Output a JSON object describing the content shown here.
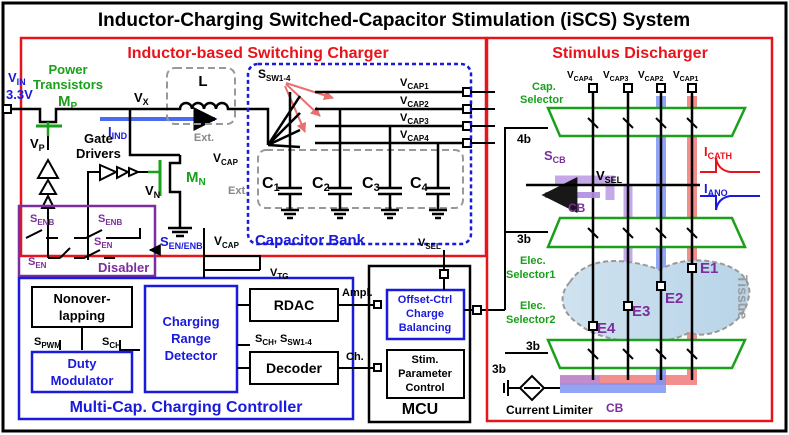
{
  "title": "Inductor-Charging Switched-Capacitor Stimulation (iSCS) System",
  "charger": {
    "title": "Inductor-based Switching Charger",
    "vin": "V",
    "vin_sub": "IN",
    "vin_value": "3.3V",
    "power_transistors": "Power",
    "power_transistors2": "Transistors",
    "mp": "M",
    "mp_sub": "P",
    "mn": "M",
    "mn_sub": "N",
    "vx": "V",
    "vx_sub": "X",
    "inductor": "L",
    "ext1": "Ext.",
    "ext2": "Ext.",
    "iind": "I",
    "iind_sub": "IND",
    "vp": "V",
    "vp_sub": "P",
    "vn": "V",
    "vn_sub": "N",
    "gate_drivers": "Gate",
    "gate_drivers2": "Drivers",
    "ssw": "S",
    "ssw_sub": "SW1-4",
    "vcap": "V",
    "vcap_sub": "CAP",
    "vcap_labels": [
      "V",
      "V",
      "V",
      "V"
    ],
    "vcap_subs": [
      "CAP1",
      "CAP2",
      "CAP3",
      "CAP4"
    ],
    "caps": [
      "C",
      "C",
      "C",
      "C"
    ],
    "cap_subs": [
      "1",
      "2",
      "3",
      "4"
    ],
    "capacitor_bank": "Capacitor Bank",
    "vsel": "V",
    "vsel_sub": "SEL"
  },
  "disabler": {
    "senb1": "S",
    "senb1_sub": "ENB",
    "senb2": "S",
    "senb2_sub": "ENB",
    "sen1": "S",
    "sen1_sub": "EN",
    "sen2": "S",
    "sen2_sub": "EN",
    "label": "Disabler",
    "s_en_enb": "S",
    "s_en_enb_sub": "EN/ENB"
  },
  "controller": {
    "title": "Multi-Cap. Charging Controller",
    "vcap": "V",
    "vcap_sub": "CAP",
    "vtg": "V",
    "vtg_sub": "TG",
    "nonoverlap1": "Nonover-",
    "nonoverlap2": "lapping",
    "spwm": "S",
    "spwm_sub": "PWM",
    "sch": "S",
    "sch_sub": "CH",
    "duty1": "Duty",
    "duty2": "Modulator",
    "crd1": "Charging",
    "crd2": "Range",
    "crd3": "Detector",
    "rdac": "RDAC",
    "decoder": "Decoder",
    "sch_ssw": "S",
    "sch_ssw_sub1": "CH",
    "sch_ssw_mid": ", S",
    "sch_ssw_sub2": "SW1-4"
  },
  "mcu": {
    "label": "MCU",
    "ampl": "Ampl.",
    "ch": "Ch.",
    "ocb1": "Offset-Ctrl",
    "ocb2": "Charge",
    "ocb3": "Balancing",
    "spc1": "Stim.",
    "spc2": "Parameter",
    "spc3": "Control"
  },
  "discharger": {
    "title": "Stimulus Discharger",
    "vcap_labels": [
      "V",
      "V",
      "V",
      "V"
    ],
    "vcap_subs": [
      "CAP4",
      "CAP3",
      "CAP2",
      "CAP1"
    ],
    "cap_sel1": "Cap.",
    "cap_sel2": "Selector",
    "b4": "4b",
    "b3a": "3b",
    "b3b": "3b",
    "b3c": "3b",
    "scb": "S",
    "scb_sub": "CB",
    "vsel": "V",
    "vsel_sub": "SEL",
    "cb1": "CB",
    "cb2": "CB",
    "icath": "I",
    "icath_sub": "CATH",
    "iano": "I",
    "iano_sub": "ANO",
    "elec1a": "Elec.",
    "elec1b": "Selector1",
    "elec2a": "Elec.",
    "elec2b": "Selector2",
    "e1": "E1",
    "e2": "E2",
    "e3": "E3",
    "e4": "E4",
    "tissue": "Tissue",
    "current_limiter": "Current Limiter"
  },
  "colors": {
    "charger_border": "#e8141b",
    "controller_border": "#1a1adc",
    "disabler_border": "#7b2e9c",
    "selector_green": "#1aa01a",
    "current_red": "#e84040",
    "current_blue": "#4a6af0",
    "cb_purple": "#8a55c8",
    "tissue_fill": "#b4d2e6"
  }
}
